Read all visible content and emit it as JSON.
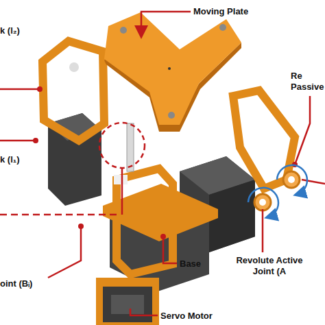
{
  "diagram": {
    "labels": [
      "Moving Plate",
      "k (l₂)",
      "k (l₁)",
      "Re Passive",
      "Revolute Active Joint (A",
      "oint (Bᵢ)",
      "Base",
      "Servo Motor"
    ]
  }
}
